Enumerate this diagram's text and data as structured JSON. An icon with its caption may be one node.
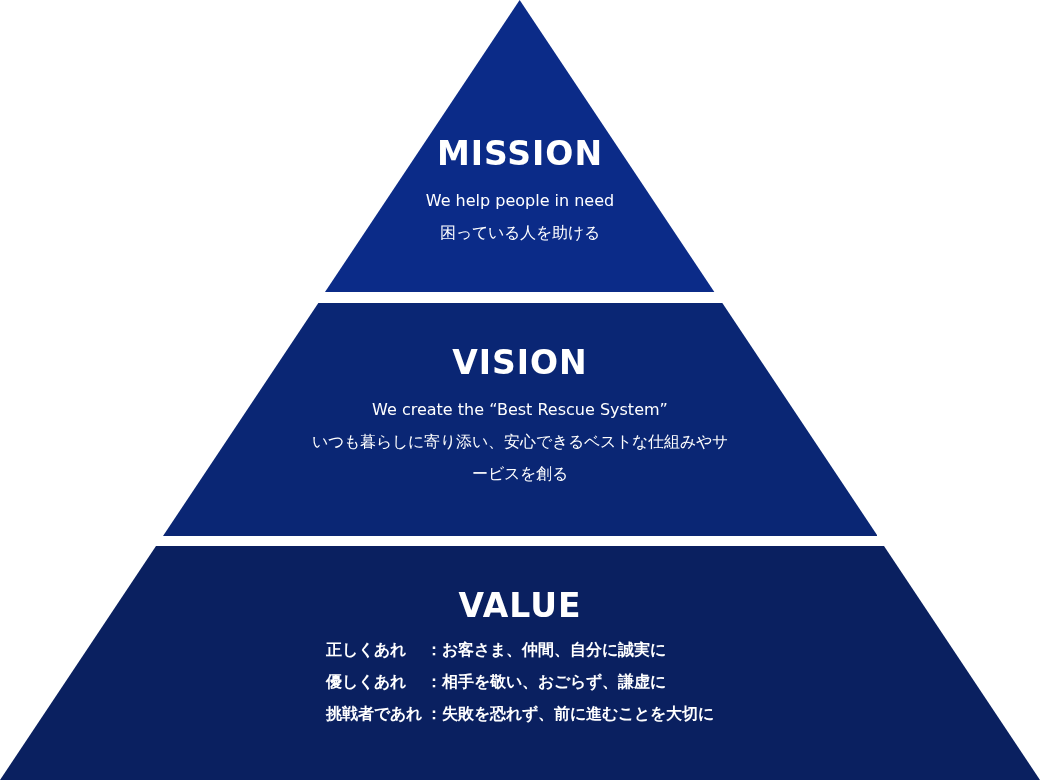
{
  "diagram": {
    "nodes": [
      {
        "text": [
          "MISSION",
          "We help people in need",
          "困っている人を助ける"
        ]
      },
      {
        "text": [
          "VISION",
          "We create the “Best Rescue System”",
          "いつも暮らしに寄り添い、安心できるベストな仕組みやサービスを創る"
        ]
      },
      {
        "text": [
          "VALUE",
          "正しくあれ",
          "：お客さま、仲間、自分に誠実に",
          "優しくあれ",
          "：相手を敬い、おごらず、謙虚に",
          "挑戦者であれ",
          "：失敗を恐れず、前に進むことを大切に"
        ]
      }
    ],
    "edges": []
  }
}
